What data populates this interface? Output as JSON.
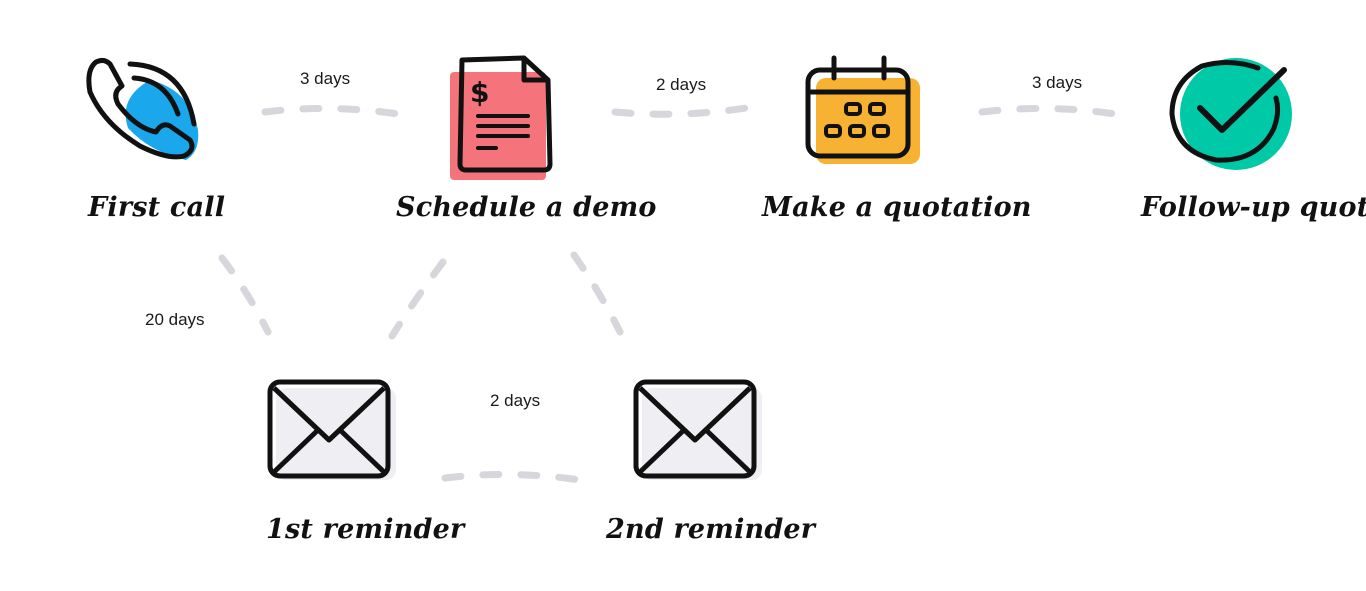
{
  "nodes": {
    "first_call": {
      "label": "First call",
      "icon": "phone-icon",
      "accent": "#1aa7ec"
    },
    "schedule_demo": {
      "label": "Schedule a demo",
      "icon": "invoice-document-icon",
      "accent": "#f5737a"
    },
    "make_quotation": {
      "label": "Make a quotation",
      "icon": "calendar-icon",
      "accent": "#f7b234"
    },
    "follow_up_quote": {
      "label": "Follow-up quote",
      "icon": "checkmark-circle-icon",
      "accent": "#00c9a7"
    },
    "first_reminder": {
      "label": "1st reminder",
      "icon": "envelope-icon",
      "accent": "#eeeef3"
    },
    "second_reminder": {
      "label": "2nd reminder",
      "icon": "envelope-icon",
      "accent": "#eeeef3"
    }
  },
  "edges": {
    "call_to_demo": {
      "label": "3 days"
    },
    "demo_to_quotation": {
      "label": "2 days"
    },
    "quotation_to_followup": {
      "label": "3 days"
    },
    "call_to_reminder1": {
      "label": "20 days"
    },
    "reminder1_to_reminder2": {
      "label": "2 days"
    }
  },
  "connector_color": "#d6d6dc"
}
